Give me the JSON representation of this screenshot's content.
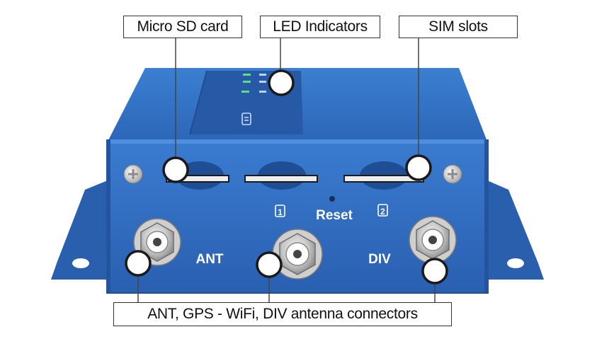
{
  "callouts": {
    "micro_sd": "Micro SD card",
    "led": "LED Indicators",
    "sim": "SIM slots",
    "antennas": "ANT, GPS - WiFi, DIV antenna connectors"
  },
  "device_labels": {
    "ant": "ANT",
    "div": "DIV",
    "reset": "Reset",
    "sim1": "1",
    "sim2": "2"
  },
  "colors": {
    "body": "#2f6fc4",
    "body_dark": "#1f4f96",
    "body_light": "#4a8ad8",
    "leader": "#444444",
    "dot_fill": "#ffffff",
    "dot_stroke": "#1a1a1a",
    "led_green": "#5fe07a"
  }
}
